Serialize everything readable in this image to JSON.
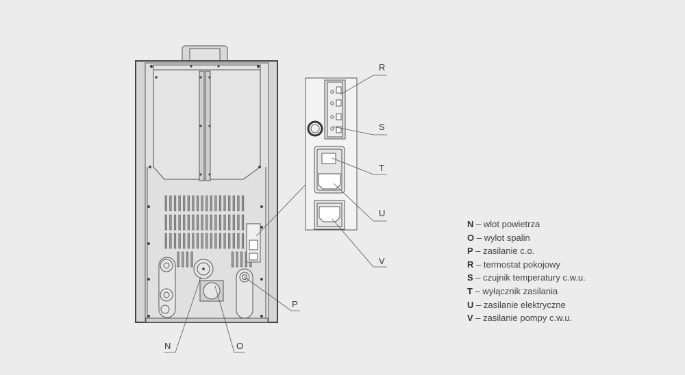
{
  "callouts": {
    "N": "N",
    "O": "O",
    "P": "P",
    "R": "R",
    "S": "S",
    "T": "T",
    "U": "U",
    "V": "V"
  },
  "legend": {
    "items": [
      {
        "key": "N",
        "sep": " – ",
        "text": "wlot powietrza"
      },
      {
        "key": "O",
        "sep": " – ",
        "text": "wylot spalin"
      },
      {
        "key": "P",
        "sep": " – ",
        "text": "zasilanie c.o."
      },
      {
        "key": "R",
        "sep": " – ",
        "text": "termostat pokojowy"
      },
      {
        "key": "S",
        "sep": " – ",
        "text": "czujnik temperatury c.w.u."
      },
      {
        "key": "T",
        "sep": " – ",
        "text": "wyłącznik zasilania"
      },
      {
        "key": "U",
        "sep": " – ",
        "text": "zasilanie elektryczne"
      },
      {
        "key": "V",
        "sep": " – ",
        "text": "zasilanie pompy c.w.u."
      }
    ]
  },
  "colors": {
    "background": "#ececec",
    "line": "#555555",
    "panel": "#dcdcdc",
    "panel_light": "#f3f3f3"
  }
}
